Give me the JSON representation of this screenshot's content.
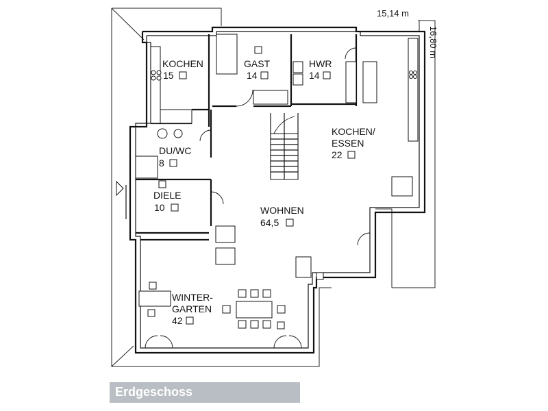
{
  "dimensions": {
    "width_label": "15,14  m",
    "depth_label": "16,80  m"
  },
  "rooms": [
    {
      "name": "KOCHEN",
      "area": "15"
    },
    {
      "name": "GAST",
      "area": "14"
    },
    {
      "name": "HWR",
      "area": "14"
    },
    {
      "name": "DU/WC",
      "area": "8"
    },
    {
      "name": "DIELE",
      "area": "10"
    },
    {
      "name_line1": "KOCHEN/",
      "name_line2": "ESSEN",
      "area": "22"
    },
    {
      "name": "WOHNEN",
      "area": "64,5"
    },
    {
      "name_line1": "WINTER-",
      "name_line2": "GARTEN",
      "area": "42"
    }
  ],
  "caption": "Erdgeschoss"
}
